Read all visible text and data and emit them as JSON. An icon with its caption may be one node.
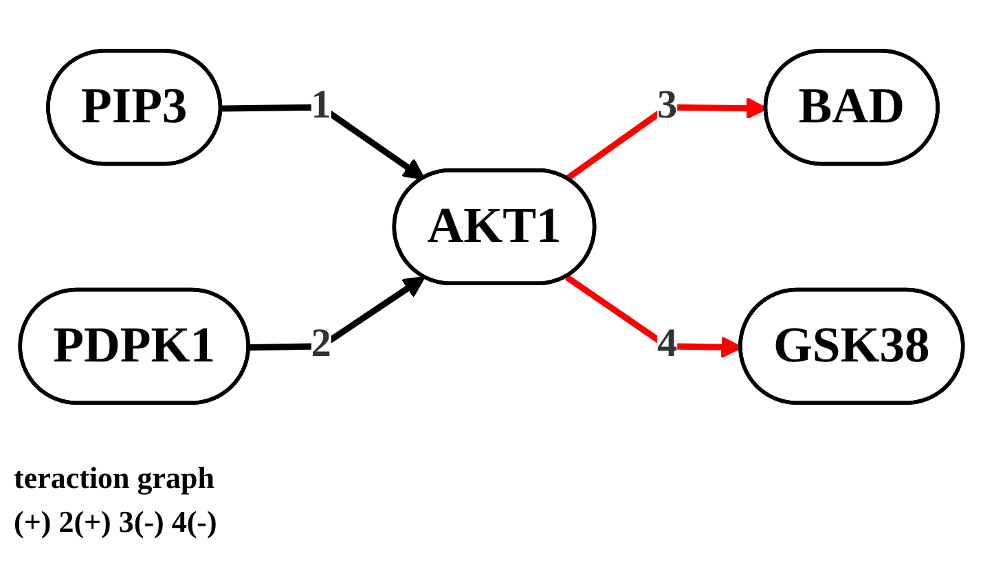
{
  "diagram": {
    "nodes": [
      {
        "text": [
          "PDPK1"
        ]
      },
      {
        "text": [
          "BAD"
        ]
      },
      {
        "text": [
          "AKT1"
        ]
      },
      {
        "text": [
          "PIP3"
        ]
      },
      {
        "text": [
          "GSK38"
        ]
      }
    ],
    "edges": [
      {
        "from": 3,
        "to": 2,
        "arrow": "to",
        "label": "1"
      },
      {
        "from": 0,
        "to": 2,
        "arrow": "to",
        "label": "2"
      },
      {
        "from": 2,
        "to": 1,
        "arrow": "to",
        "label": "3",
        "color": "#ff0000"
      },
      {
        "from": 2,
        "to": 4,
        "arrow": "to",
        "label": "4",
        "color": "#ff0000"
      }
    ],
    "labels": [
      "teraction graph",
      "(+) 2(+) 3(-) 4(-)"
    ]
  }
}
